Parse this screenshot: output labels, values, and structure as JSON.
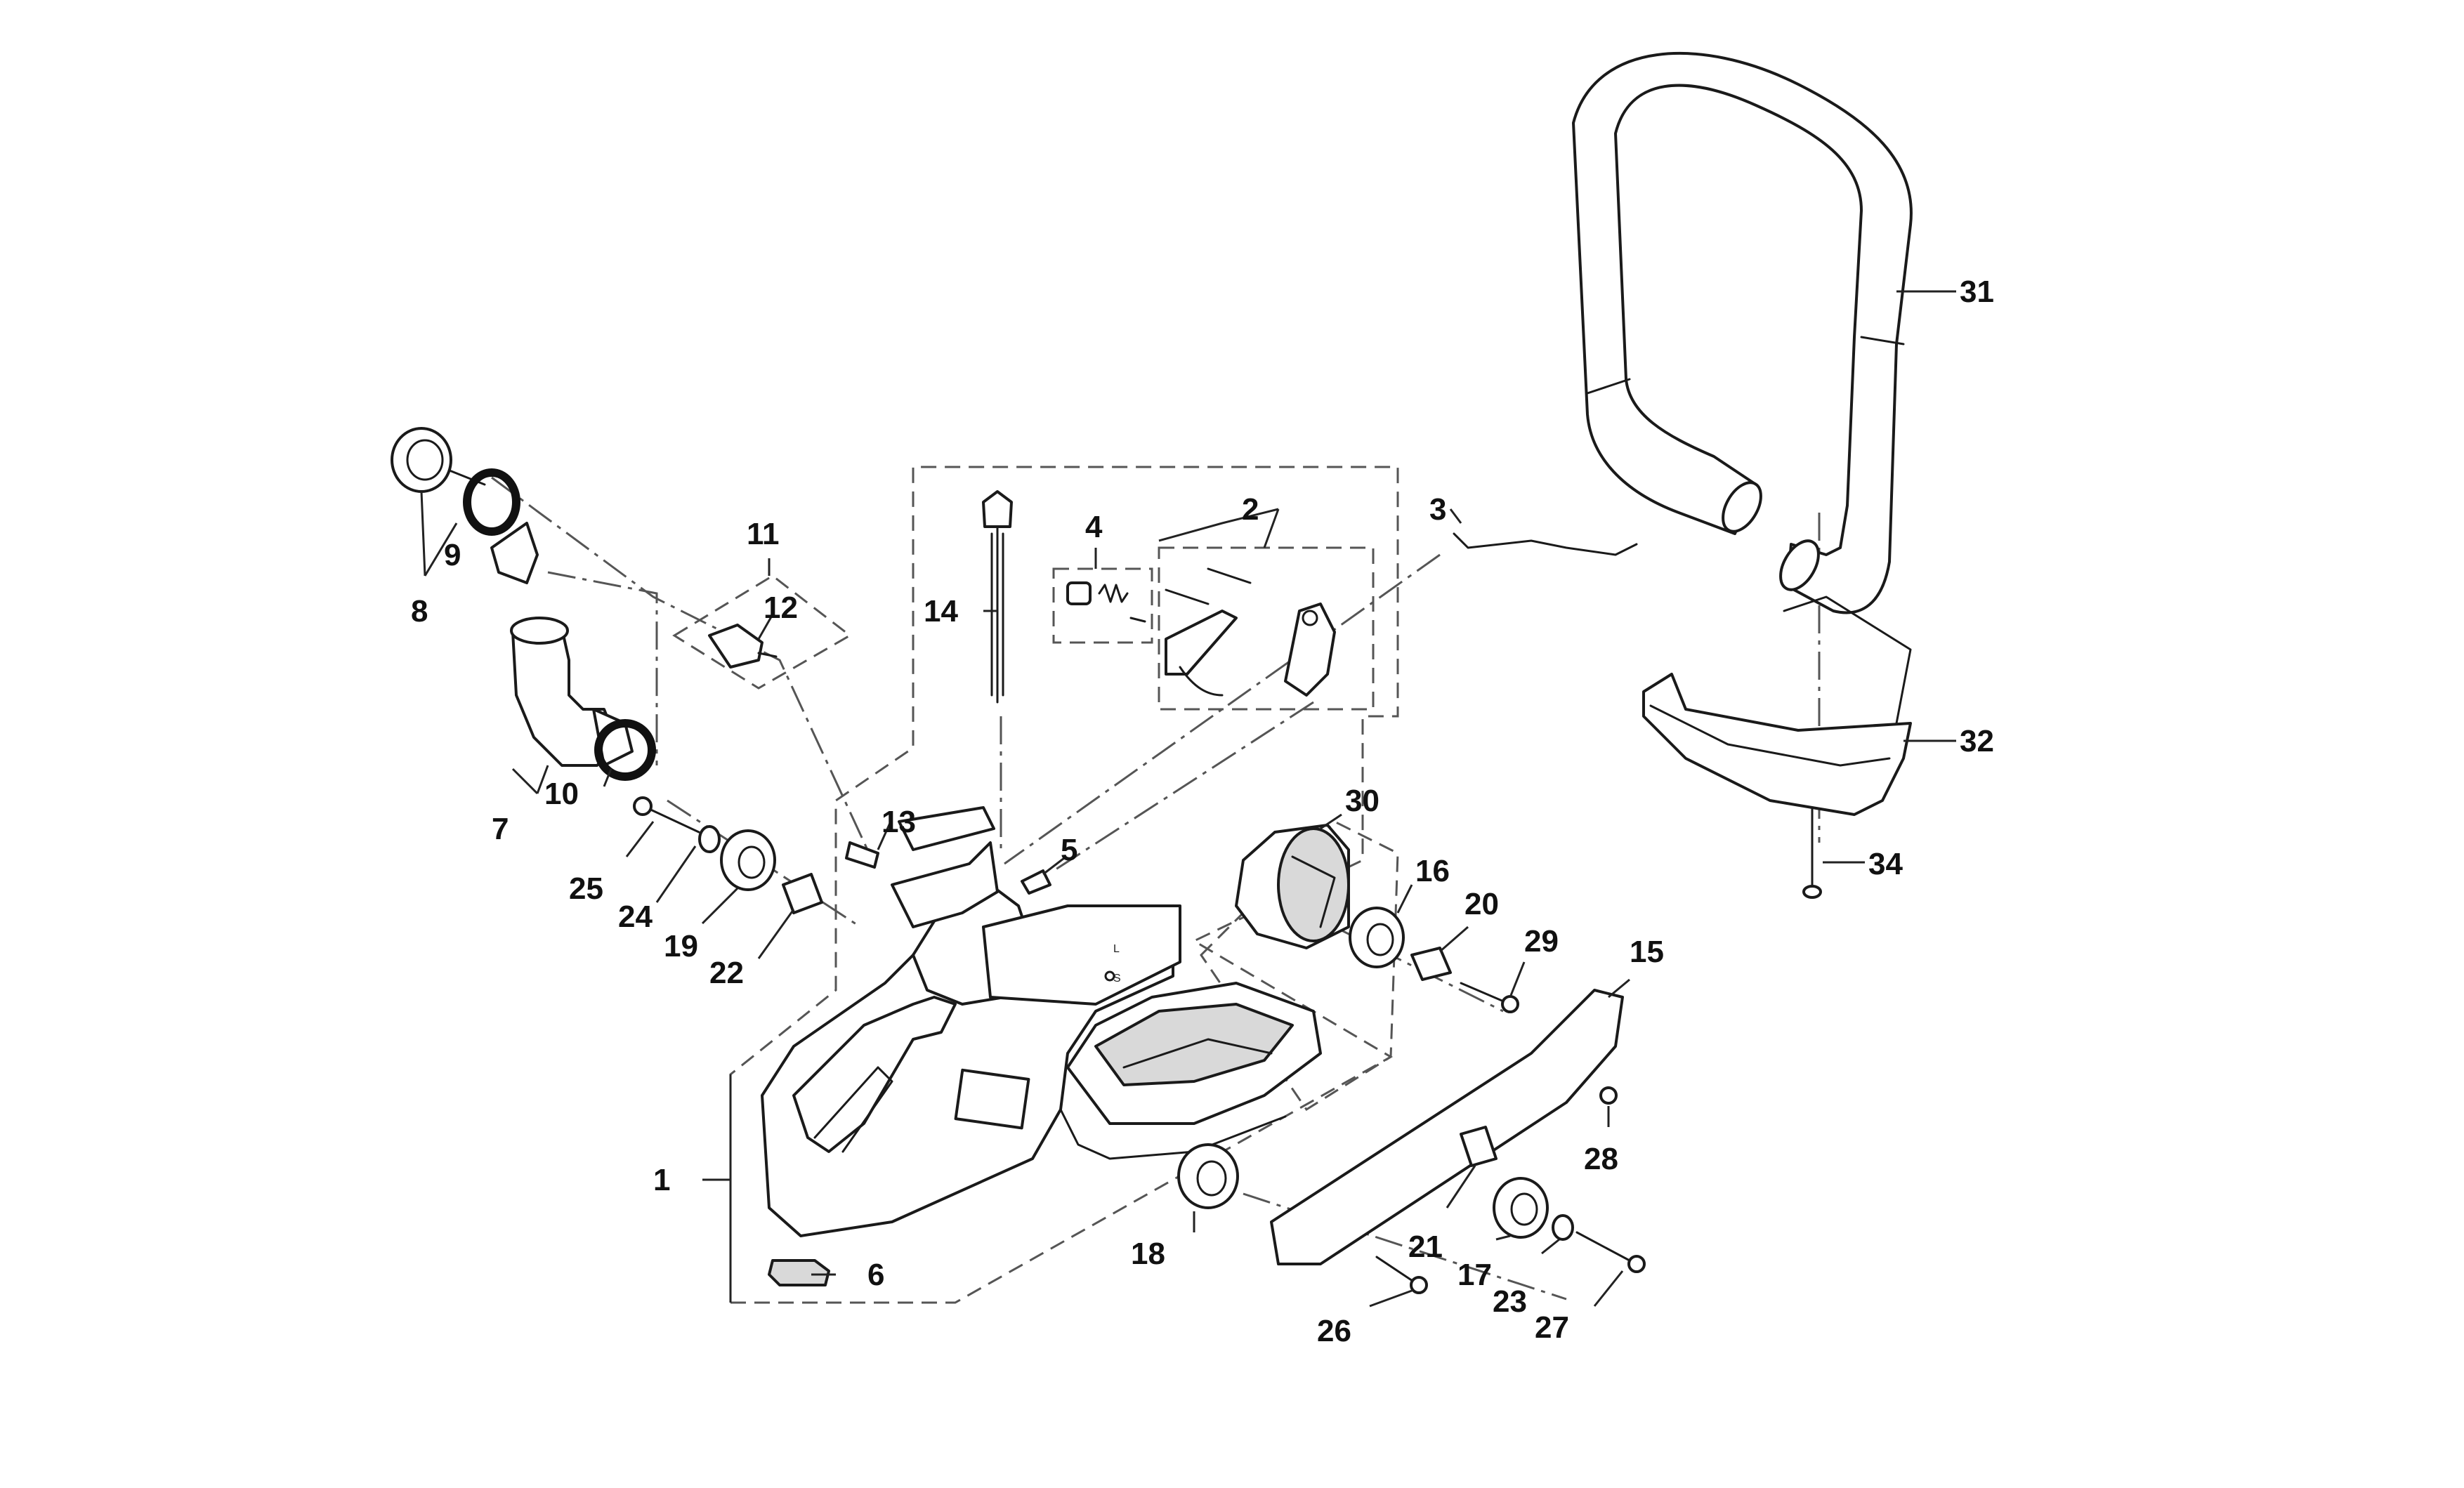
{
  "callouts": [
    "1",
    "2",
    "3",
    "4",
    "5",
    "6",
    "7",
    "8",
    "9",
    "10",
    "11",
    "12",
    "13",
    "14",
    "15",
    "16",
    "17",
    "18",
    "19",
    "20",
    "21",
    "22",
    "23",
    "24",
    "25",
    "26",
    "27",
    "28",
    "29",
    "30",
    "31",
    "32",
    "34"
  ],
  "body_marks": {
    "l": "L",
    "s": "S"
  }
}
